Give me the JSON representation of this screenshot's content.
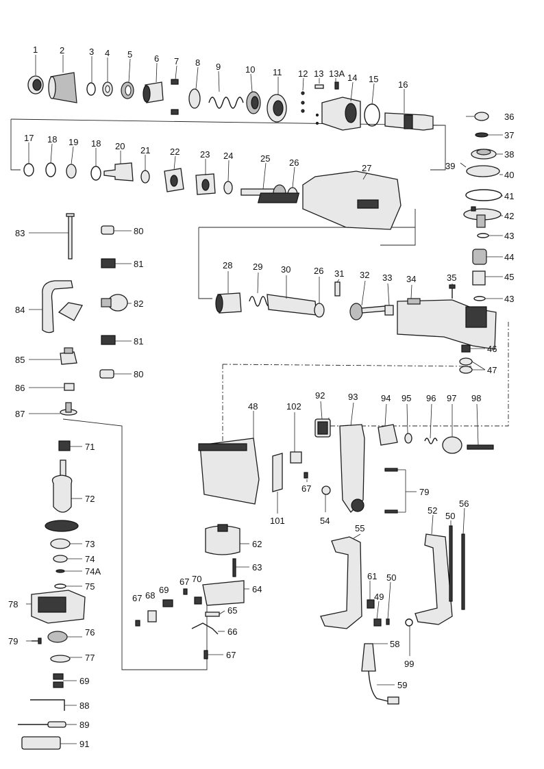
{
  "callouts": [
    {
      "id": "c1",
      "text": "1"
    },
    {
      "id": "c2",
      "text": "2"
    },
    {
      "id": "c3",
      "text": "3"
    },
    {
      "id": "c4",
      "text": "4"
    },
    {
      "id": "c5",
      "text": "5"
    },
    {
      "id": "c6",
      "text": "6"
    },
    {
      "id": "c7",
      "text": "7"
    },
    {
      "id": "c8",
      "text": "8"
    },
    {
      "id": "c9",
      "text": "9"
    },
    {
      "id": "c10",
      "text": "10"
    },
    {
      "id": "c11",
      "text": "11"
    },
    {
      "id": "c12",
      "text": "12"
    },
    {
      "id": "c13",
      "text": "13"
    },
    {
      "id": "c13a",
      "text": "13A"
    },
    {
      "id": "c14",
      "text": "14"
    },
    {
      "id": "c15",
      "text": "15"
    },
    {
      "id": "c16",
      "text": "16"
    },
    {
      "id": "c36",
      "text": "36"
    },
    {
      "id": "c37",
      "text": "37"
    },
    {
      "id": "c38",
      "text": "38"
    },
    {
      "id": "c39",
      "text": "39"
    },
    {
      "id": "c40",
      "text": "40"
    },
    {
      "id": "c41",
      "text": "41"
    },
    {
      "id": "c42",
      "text": "42"
    },
    {
      "id": "c43a",
      "text": "43"
    },
    {
      "id": "c44",
      "text": "44"
    },
    {
      "id": "c45",
      "text": "45"
    },
    {
      "id": "c43b",
      "text": "43"
    },
    {
      "id": "c17",
      "text": "17"
    },
    {
      "id": "c18a",
      "text": "18"
    },
    {
      "id": "c19",
      "text": "19"
    },
    {
      "id": "c18b",
      "text": "18"
    },
    {
      "id": "c20",
      "text": "20"
    },
    {
      "id": "c21",
      "text": "21"
    },
    {
      "id": "c22",
      "text": "22"
    },
    {
      "id": "c23",
      "text": "23"
    },
    {
      "id": "c24",
      "text": "24"
    },
    {
      "id": "c25",
      "text": "25"
    },
    {
      "id": "c26a",
      "text": "26"
    },
    {
      "id": "c27",
      "text": "27"
    },
    {
      "id": "c83",
      "text": "83"
    },
    {
      "id": "c80a",
      "text": "80"
    },
    {
      "id": "c81a",
      "text": "81"
    },
    {
      "id": "c84",
      "text": "84"
    },
    {
      "id": "c82",
      "text": "82"
    },
    {
      "id": "c81b",
      "text": "81"
    },
    {
      "id": "c85",
      "text": "85"
    },
    {
      "id": "c80b",
      "text": "80"
    },
    {
      "id": "c86",
      "text": "86"
    },
    {
      "id": "c87",
      "text": "87"
    },
    {
      "id": "c28",
      "text": "28"
    },
    {
      "id": "c29",
      "text": "29"
    },
    {
      "id": "c30",
      "text": "30"
    },
    {
      "id": "c26b",
      "text": "26"
    },
    {
      "id": "c31",
      "text": "31"
    },
    {
      "id": "c32",
      "text": "32"
    },
    {
      "id": "c33",
      "text": "33"
    },
    {
      "id": "c34",
      "text": "34"
    },
    {
      "id": "c35",
      "text": "35"
    },
    {
      "id": "c46",
      "text": "46"
    },
    {
      "id": "c47",
      "text": "47"
    },
    {
      "id": "c48",
      "text": "48"
    },
    {
      "id": "c102",
      "text": "102"
    },
    {
      "id": "c92",
      "text": "92"
    },
    {
      "id": "c93",
      "text": "93"
    },
    {
      "id": "c94",
      "text": "94"
    },
    {
      "id": "c95",
      "text": "95"
    },
    {
      "id": "c96",
      "text": "96"
    },
    {
      "id": "c97",
      "text": "97"
    },
    {
      "id": "c98",
      "text": "98"
    },
    {
      "id": "c71",
      "text": "71"
    },
    {
      "id": "c72",
      "text": "72"
    },
    {
      "id": "c67a",
      "text": "67"
    },
    {
      "id": "c79a",
      "text": "79"
    },
    {
      "id": "c101",
      "text": "101"
    },
    {
      "id": "c54",
      "text": "54"
    },
    {
      "id": "c55",
      "text": "55"
    },
    {
      "id": "c52",
      "text": "52"
    },
    {
      "id": "c50a",
      "text": "50"
    },
    {
      "id": "c56",
      "text": "56"
    },
    {
      "id": "c62",
      "text": "62"
    },
    {
      "id": "c73",
      "text": "73"
    },
    {
      "id": "c74",
      "text": "74"
    },
    {
      "id": "c74a",
      "text": "74A"
    },
    {
      "id": "c63",
      "text": "63"
    },
    {
      "id": "c75",
      "text": "75"
    },
    {
      "id": "c67b",
      "text": "67"
    },
    {
      "id": "c70",
      "text": "70"
    },
    {
      "id": "c69a",
      "text": "69"
    },
    {
      "id": "c64",
      "text": "64"
    },
    {
      "id": "c67c",
      "text": "67"
    },
    {
      "id": "c68",
      "text": "68"
    },
    {
      "id": "c61",
      "text": "61"
    },
    {
      "id": "c50b",
      "text": "50"
    },
    {
      "id": "c49",
      "text": "49"
    },
    {
      "id": "c78",
      "text": "78"
    },
    {
      "id": "c65",
      "text": "65"
    },
    {
      "id": "c66",
      "text": "66"
    },
    {
      "id": "c79b",
      "text": "79"
    },
    {
      "id": "c76",
      "text": "76"
    },
    {
      "id": "c58",
      "text": "58"
    },
    {
      "id": "c99",
      "text": "99"
    },
    {
      "id": "c67d",
      "text": "67"
    },
    {
      "id": "c77",
      "text": "77"
    },
    {
      "id": "c69b",
      "text": "69"
    },
    {
      "id": "c59",
      "text": "59"
    },
    {
      "id": "c88",
      "text": "88"
    },
    {
      "id": "c89",
      "text": "89"
    },
    {
      "id": "c91",
      "text": "91"
    }
  ]
}
